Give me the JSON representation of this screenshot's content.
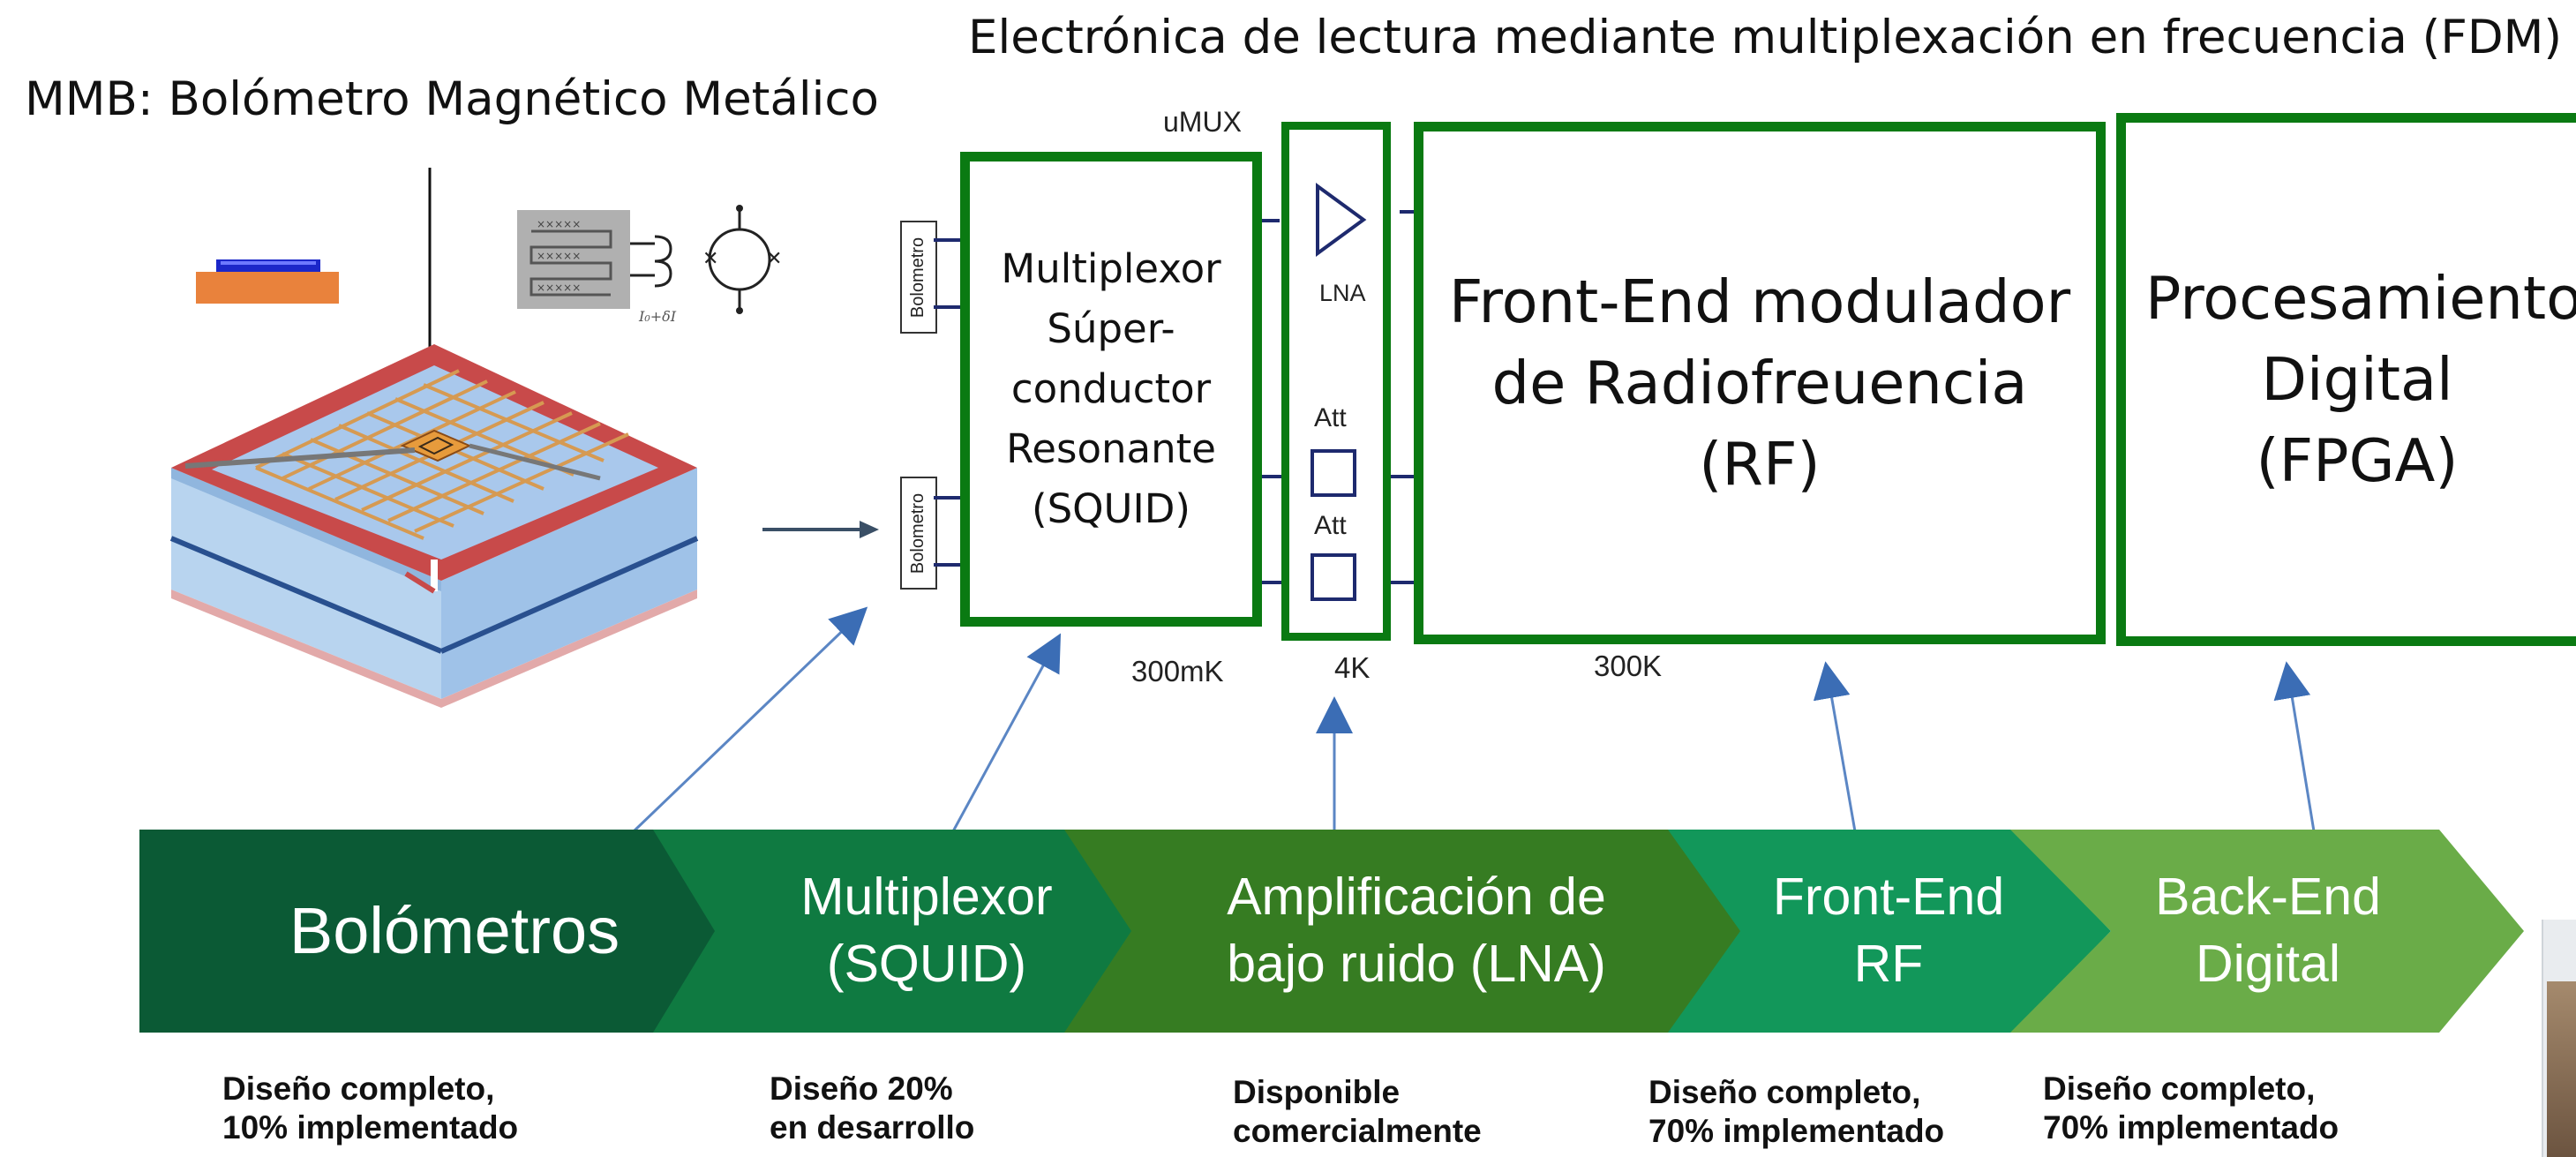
{
  "headings": {
    "mmb_title": "MMB: Bolómetro Magnético Metálico",
    "fdm_title": "Electrónica de lectura mediante multiplexación en frecuencia (FDM)"
  },
  "blocks": {
    "umux_label": "uMUX",
    "bolometer_tag": "Bolometro",
    "mux_lines": [
      "Multiplexor",
      "Súper-",
      "conductor",
      "Resonante",
      "(SQUID)"
    ],
    "lna_label": "LNA",
    "att_label": "Att",
    "frontend_lines": [
      "Front-End modulador",
      "de Radiofreuencia",
      "(RF)"
    ],
    "digital_lines": [
      "Procesamiento",
      "Digital",
      "(FPGA)"
    ],
    "circuit_current": "I₀+δI"
  },
  "temperatures": {
    "t1": "300mK",
    "t2": "4K",
    "t3": "300K"
  },
  "pipeline": [
    {
      "line1": "Bolómetros",
      "line2": "",
      "color": "#0b5a35"
    },
    {
      "line1": "Multiplexor",
      "line2": "(SQUID)",
      "color": "#0f7a41"
    },
    {
      "line1": "Amplificación de",
      "line2": "bajo ruido (LNA)",
      "color": "#367c22"
    },
    {
      "line1": "Front-End",
      "line2": "RF",
      "color": "#12975a"
    },
    {
      "line1": "Back-End",
      "line2": "Digital",
      "color": "#6aac48"
    }
  ],
  "status": [
    {
      "line1": "Diseño completo,",
      "line2": "10% implementado"
    },
    {
      "line1": "Diseño 20%",
      "line2": "en desarrollo"
    },
    {
      "line1": "Disponible",
      "line2": "comercialmente"
    },
    {
      "line1": "Diseño completo,",
      "line2": "70% implementado"
    },
    {
      "line1": "Diseño completo,",
      "line2": "70% implementado"
    }
  ]
}
